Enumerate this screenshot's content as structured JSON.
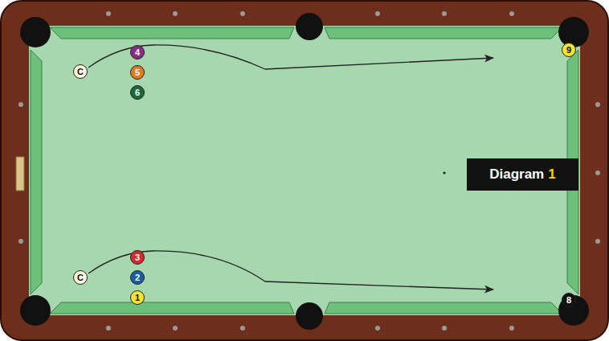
{
  "diagram": {
    "nodes": [
      {
        "text": [
          "4"
        ]
      },
      {
        "text": [
          "9"
        ]
      },
      {
        "text": [
          "C"
        ]
      },
      {
        "text": [
          "5"
        ]
      },
      {
        "text": [
          "6"
        ]
      },
      {
        "text": [
          "Diagram",
          "1"
        ]
      },
      {
        "text": [
          "3"
        ]
      },
      {
        "text": [
          "C"
        ]
      },
      {
        "text": [
          "2"
        ]
      },
      {
        "text": [
          "1"
        ]
      },
      {
        "text": [
          "8"
        ]
      }
    ]
  }
}
